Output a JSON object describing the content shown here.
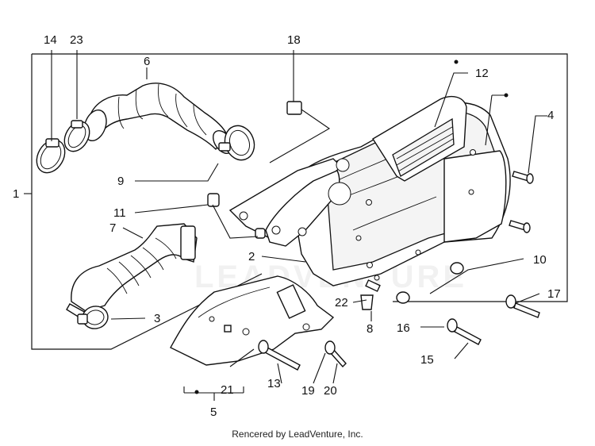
{
  "watermark": "LEADVENTURE",
  "footer": "Rencered by LeadVenture, Inc.",
  "callouts": {
    "c1": "1",
    "c2": "2",
    "c3": "3",
    "c4": "4",
    "c5": "5",
    "c6": "6",
    "c7": "7",
    "c8": "8",
    "c9": "9",
    "c10": "10",
    "c11": "11",
    "c12": "12",
    "c13": "13",
    "c14": "14",
    "c15": "15",
    "c16": "16",
    "c17": "17",
    "c18": "18",
    "c19": "19",
    "c20": "20",
    "c21": "21",
    "c22": "22",
    "c23": "23"
  }
}
